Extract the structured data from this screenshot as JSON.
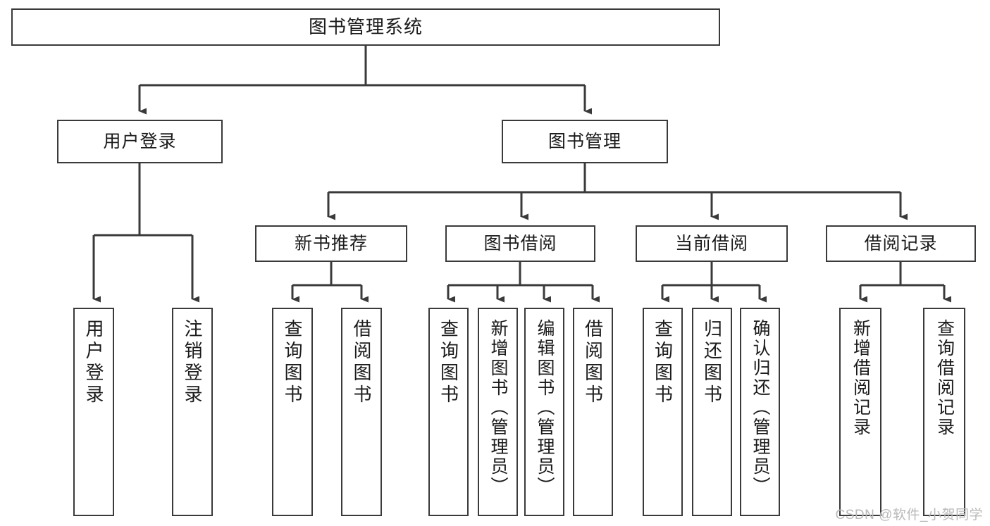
{
  "diagram": {
    "title": "图书管理系统",
    "type": "tree",
    "root": {
      "id": "root",
      "label": "图书管理系统"
    },
    "level2": [
      {
        "id": "user-login",
        "label": "用户登录"
      },
      {
        "id": "book-manage",
        "label": "图书管理"
      }
    ],
    "level3": [
      {
        "id": "new-book-rec",
        "label": "新书推荐"
      },
      {
        "id": "book-borrow",
        "label": "图书借阅"
      },
      {
        "id": "current-borrow",
        "label": "当前借阅"
      },
      {
        "id": "borrow-record",
        "label": "借阅记录"
      }
    ],
    "leaves": {
      "user_login": [
        {
          "id": "leaf-user-login",
          "label": "用户登录"
        },
        {
          "id": "leaf-logout",
          "label": "注销登录"
        }
      ],
      "new_book_rec": [
        {
          "id": "leaf-query-book-1",
          "label": "查询图书"
        },
        {
          "id": "leaf-borrow-book-1",
          "label": "借阅图书"
        }
      ],
      "book_borrow": [
        {
          "id": "leaf-query-book-2",
          "label": "查询图书"
        },
        {
          "id": "leaf-add-book",
          "label": "新增图书（管理员）"
        },
        {
          "id": "leaf-edit-book",
          "label": "编辑图书（管理员）"
        },
        {
          "id": "leaf-borrow-book-2",
          "label": "借阅图书"
        }
      ],
      "current_borrow": [
        {
          "id": "leaf-query-book-3",
          "label": "查询图书"
        },
        {
          "id": "leaf-return-book",
          "label": "归还图书"
        },
        {
          "id": "leaf-confirm-return",
          "label": "确认归还（管理员）"
        }
      ],
      "borrow_record": [
        {
          "id": "leaf-add-record",
          "label": "新增借阅记录"
        },
        {
          "id": "leaf-query-record",
          "label": "查询借阅记录"
        }
      ]
    }
  },
  "watermark": {
    "text": "CSDN @软件_小贺同学"
  },
  "colors": {
    "stroke": "#3a3a3a",
    "fill": "#ffffff",
    "text": "#1b1b1b",
    "watermark": "#b9b9b9"
  }
}
